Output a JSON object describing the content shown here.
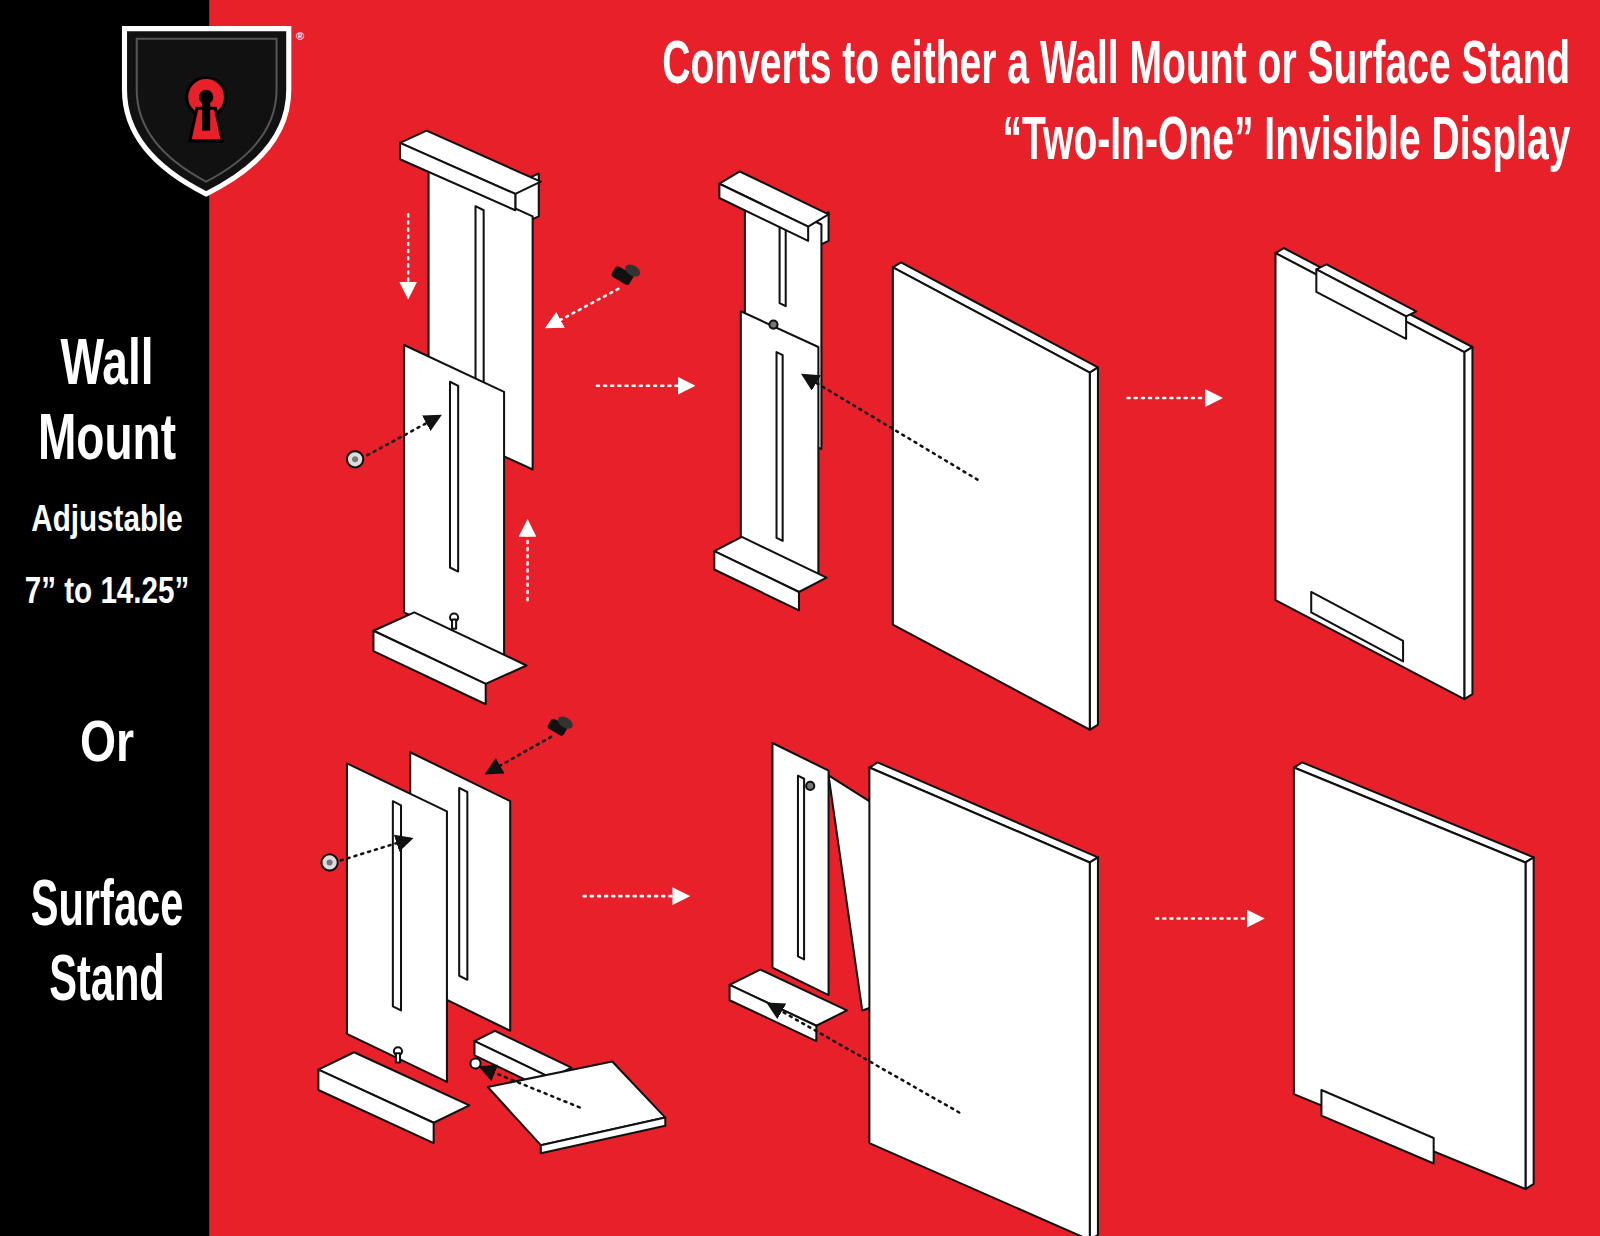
{
  "diagram": {
    "title": "Converts to either a Wall Mount or Surface Stand",
    "labels": [
      "®",
      "“Two-In-One” Invisible Display",
      "Wall Mount",
      "Adjustable",
      "7” to 14.25”",
      "Or",
      "Surface Stand"
    ]
  }
}
